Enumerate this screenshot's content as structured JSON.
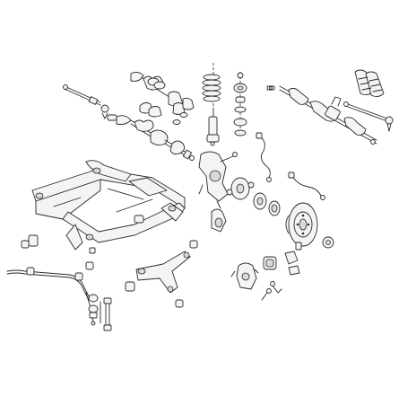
{
  "diagram": {
    "background": "#ffffff",
    "line_color": "#2a2a2a",
    "parts": [
      "tie-rod-left",
      "drive-shaft-upper",
      "cv-boot-set",
      "shock-absorber",
      "coil-spring",
      "strut-mount-stack",
      "sway-bar-link",
      "steering-rack",
      "rack-boots",
      "tie-rod-end-right",
      "drive-shaft-lower",
      "subframe",
      "abs-sensor-cable",
      "steering-knuckle",
      "wheel-hub",
      "wheel-bearing",
      "brake-disc",
      "brake-caliper",
      "brake-pads",
      "control-arm",
      "stabilizer-bar",
      "stabilizer-link",
      "bushings",
      "wheel-bolt",
      "small-fittings"
    ]
  }
}
